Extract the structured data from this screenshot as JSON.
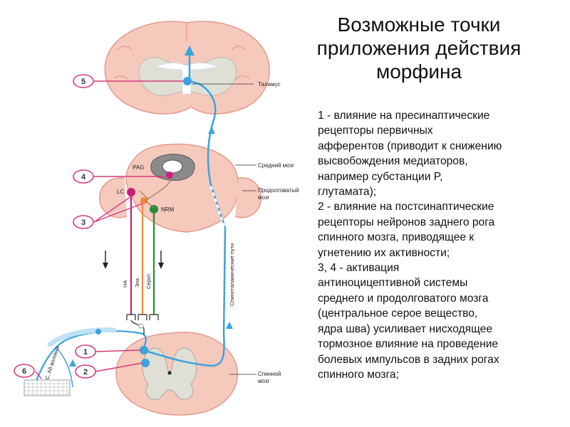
{
  "title": {
    "lines": [
      "Возможные точки",
      "приложения действия",
      "морфина"
    ]
  },
  "description": {
    "lines": [
      "1 - влияние на пресинаптические",
      "рецепторы первичных",
      "афферентов (приводит к снижению",
      "высвобождения медиаторов,",
      "например субстанции P,",
      "глутамата);",
      "2 - влияние на постсинаптические",
      "рецепторы нейронов заднего рога",
      "спинного мозга, приводящее к",
      "угнетению их активности;",
      "3, 4 - активация",
      "антиноцицептивной системы",
      "среднего и продолговатого мозга",
      "(центральное серое вещество,",
      "ядра шва) усиливает нисходящее",
      "тормозное влияние на проведение",
      "болевых импульсов в задних рогах",
      "спинного мозга;"
    ]
  },
  "diagram": {
    "labels": {
      "thalamus": "Таламус",
      "midbrain": "Средний мозг",
      "medulla_line1": "Продолговатый",
      "medulla_line2": "мозг",
      "spinal_line1": "Спинной",
      "spinal_line2": "мозг",
      "pag": "PAG",
      "lc": "LC",
      "nrm": "NRM",
      "pathway": "Спиноталамические пути",
      "na": "НА",
      "enk": "Энк.",
      "serot": "Серот.",
      "afferent": "C, Aδ-волокна"
    },
    "markers": [
      "5",
      "4",
      "3",
      "1",
      "2",
      "6"
    ],
    "colors": {
      "tissue": "#f6c9bd",
      "tissue_edge": "#e59a8c",
      "grey_matter": "#dfdfd6",
      "pathway": "#3aa3dc",
      "marker": "#d43a7a",
      "lc_fiber": "#c8207a",
      "enk_fiber": "#ee8a3a",
      "serot_fiber": "#2b8a3a"
    }
  }
}
